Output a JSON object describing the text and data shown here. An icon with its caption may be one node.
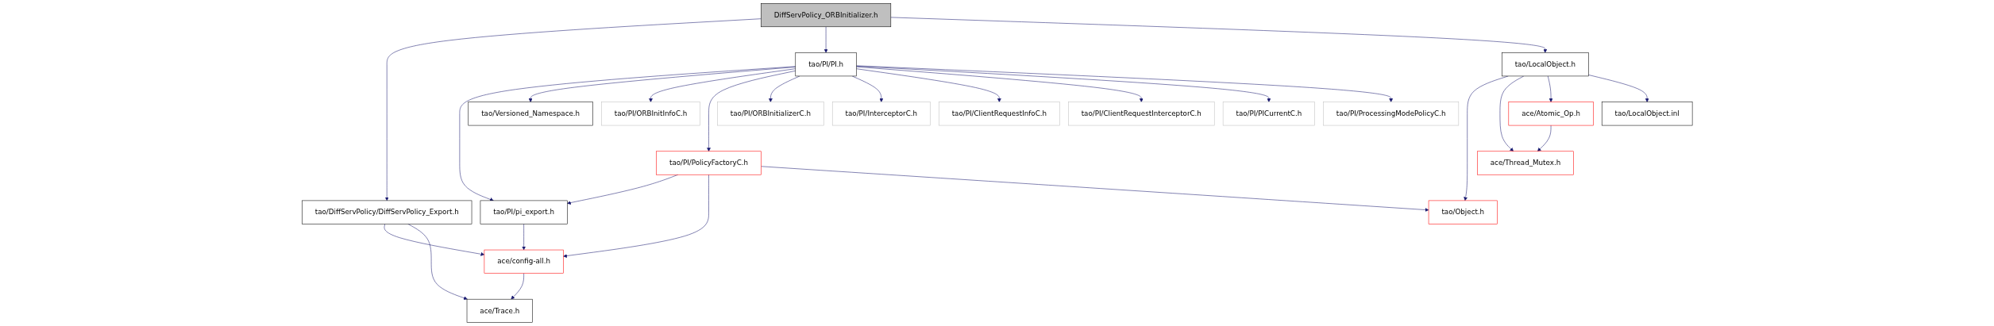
{
  "diagram": {
    "nodes": [
      {
        "text": [
          "DiffServPolicy_ORBInitializer.h"
        ]
      },
      {
        "text": [
          "tao/PI/PI.h"
        ]
      },
      {
        "text": [
          "tao/LocalObject.h"
        ]
      },
      {
        "text": [
          "tao/DiffServPolicy/DiffServPolicy_Export.h"
        ]
      },
      {
        "text": [
          "tao/Versioned_Namespace.h"
        ]
      },
      {
        "text": [
          "tao/PI/ORBInitInfoC.h"
        ]
      },
      {
        "text": [
          "tao/PI/PolicyFactoryC.h"
        ]
      },
      {
        "text": [
          "tao/PI/ORBInitializerC.h"
        ]
      },
      {
        "text": [
          "tao/PI/InterceptorC.h"
        ]
      },
      {
        "text": [
          "tao/PI/ClientRequestInfoC.h"
        ]
      },
      {
        "text": [
          "tao/PI/ClientRequestInterceptorC.h"
        ]
      },
      {
        "text": [
          "tao/PI/PICurrentC.h"
        ]
      },
      {
        "text": [
          "tao/PI/ProcessingModePolicyC.h"
        ]
      },
      {
        "text": [
          "ace/Atomic_Op.h"
        ]
      },
      {
        "text": [
          "tao/LocalObject.inl"
        ]
      },
      {
        "text": [
          "tao/PI/pi_export.h"
        ]
      },
      {
        "text": [
          "tao/Object.h"
        ]
      },
      {
        "text": [
          "ace/Thread_Mutex.h"
        ]
      },
      {
        "text": [
          "ace/config-all.h"
        ]
      },
      {
        "text": [
          "ace/Trace.h"
        ]
      }
    ],
    "edges": [
      {
        "from": 0,
        "to": 3,
        "arrow": "to"
      },
      {
        "from": 0,
        "to": 1,
        "arrow": "to"
      },
      {
        "from": 0,
        "to": 2,
        "arrow": "to"
      },
      {
        "from": 1,
        "to": 15,
        "arrow": "to"
      },
      {
        "from": 1,
        "to": 4,
        "arrow": "to"
      },
      {
        "from": 1,
        "to": 5,
        "arrow": "to"
      },
      {
        "from": 1,
        "to": 6,
        "arrow": "to"
      },
      {
        "from": 1,
        "to": 7,
        "arrow": "to"
      },
      {
        "from": 1,
        "to": 8,
        "arrow": "to"
      },
      {
        "from": 1,
        "to": 9,
        "arrow": "to"
      },
      {
        "from": 1,
        "to": 10,
        "arrow": "to"
      },
      {
        "from": 1,
        "to": 11,
        "arrow": "to"
      },
      {
        "from": 1,
        "to": 12,
        "arrow": "to"
      },
      {
        "from": 2,
        "to": 16,
        "arrow": "to"
      },
      {
        "from": 2,
        "to": 17,
        "arrow": "to"
      },
      {
        "from": 2,
        "to": 13,
        "arrow": "to"
      },
      {
        "from": 2,
        "to": 14,
        "arrow": "to"
      },
      {
        "from": 13,
        "to": 17,
        "arrow": "to"
      },
      {
        "from": 6,
        "to": 15,
        "arrow": "to"
      },
      {
        "from": 6,
        "to": 18,
        "arrow": "to"
      },
      {
        "from": 6,
        "to": 16,
        "arrow": "to"
      },
      {
        "from": 3,
        "to": 18,
        "arrow": "to"
      },
      {
        "from": 3,
        "to": 19,
        "arrow": "to"
      },
      {
        "from": 15,
        "to": 18,
        "arrow": "to"
      },
      {
        "from": 18,
        "to": 19,
        "arrow": "to"
      }
    ]
  }
}
